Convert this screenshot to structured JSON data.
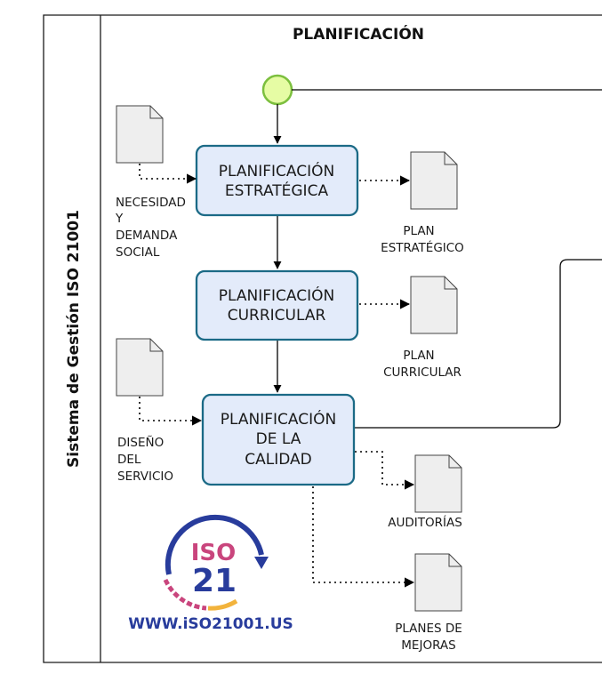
{
  "pool": {
    "label": "Sistema de Gestión ISO 21001"
  },
  "lane": {
    "title": "PLANIFICACIÓN"
  },
  "processes": {
    "estrategica": [
      "PLANIFICACIÓN",
      "ESTRATÉGICA"
    ],
    "curricular": [
      "PLANIFICACIÓN",
      "CURRICULAR"
    ],
    "calidad": [
      "PLANIFICACIÓN",
      "DE LA",
      "CALIDAD"
    ]
  },
  "documents": {
    "necesidad": [
      "NECESIDAD",
      "Y",
      "DEMANDA",
      "SOCIAL"
    ],
    "plan_estrategico": [
      "PLAN",
      "ESTRATÉGICO"
    ],
    "plan_curricular": [
      "PLAN",
      "CURRICULAR"
    ],
    "diseno": [
      "DISEÑO",
      "DEL",
      "SERVICIO"
    ],
    "auditorias": [
      "AUDITORÍAS"
    ],
    "planes_mejoras": [
      "PLANES DE",
      "MEJORAS"
    ]
  },
  "logo": {
    "top": "ISO",
    "bottom": "21",
    "url": "WWW.iSO21001.US"
  },
  "colors": {
    "process_fill": "#e3ebfa",
    "process_stroke": "#1b6a86",
    "start_fill": "#e6fca4",
    "start_stroke": "#7cbf3e",
    "doc_fill": "#eeeeee",
    "logo_blue": "#283c9c",
    "logo_pink": "#c9457d"
  }
}
